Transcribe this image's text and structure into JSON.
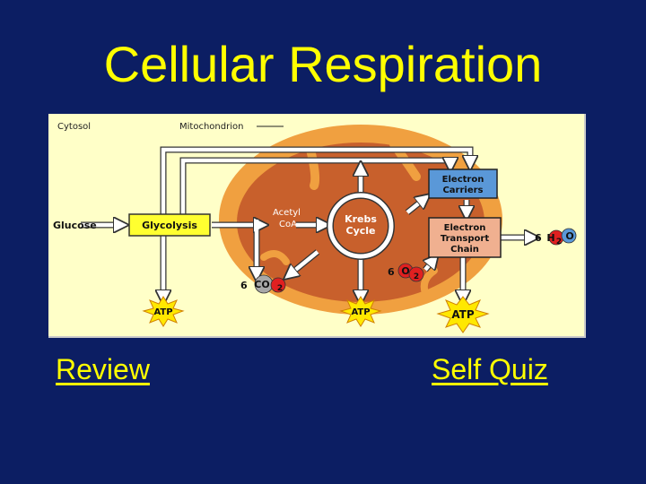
{
  "slide": {
    "title": "Cellular Respiration",
    "links": {
      "review": "Review",
      "self_quiz": "Self Quiz"
    }
  },
  "diagram": {
    "labels": {
      "cytosol": "Cytosol",
      "mitochondrion": "Mitochondrion",
      "glucose": "Glucose",
      "glycolysis": "Glycolysis",
      "acetyl_line1": "Acetyl",
      "acetyl_line2": "CoA",
      "krebs_line1": "Krebs",
      "krebs_line2": "Cycle",
      "carriers_line1": "Electron",
      "carriers_line2": "Carriers",
      "etc_line1": "Electron",
      "etc_line2": "Transport",
      "etc_line3": "Chain",
      "atp_1": "ATP",
      "atp_2": "ATP",
      "atp_3": "ATP",
      "co2_coef": "6",
      "co2_text": "CO",
      "co2_sub": "2",
      "o2_coef": "6",
      "o2_text": "O",
      "o2_sub": "2",
      "h2o_coef": "6",
      "h2o_h": "H",
      "h2o_sub": "2",
      "h2o_o": "O"
    },
    "colors": {
      "panel_bg": "#ffffc8",
      "mito_outer": "#f0a040",
      "mito_inner": "#c8602c",
      "glycolysis_box": "#ffff30",
      "carriers_box": "#5a98d8",
      "etc_box": "#f0b090",
      "atp_star": "#ffe800",
      "co2_atom": "#a8a8a8",
      "o_atom": "#e02020",
      "h2o_atom": "#e02020"
    }
  }
}
